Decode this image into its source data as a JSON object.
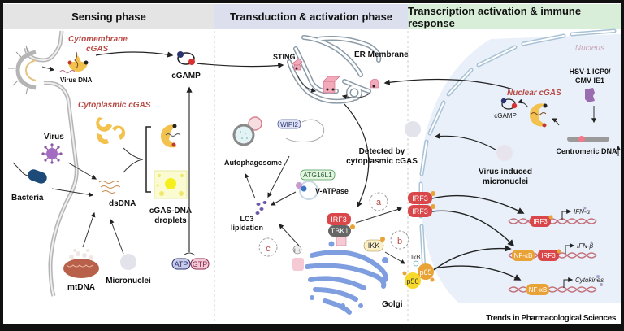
{
  "headers": {
    "sensing": "Sensing phase",
    "transduction": "Transduction & activation phase",
    "transcription": "Transcription activation & immune response"
  },
  "sensing": {
    "cytomembrane_cgas_line1": "Cytomembrane",
    "cytomembrane_cgas_line2": "cGAS",
    "virus_dna": "Virus DNA",
    "cgamp": "cGAMP",
    "cytoplasmic_cgas": "Cytoplasmic cGAS",
    "virus": "Virus",
    "bacteria": "Bacteria",
    "dsdna": "dsDNA",
    "droplets_line1": "cGAS-DNA",
    "droplets_line2": "droplets",
    "mtdna": "mtDNA",
    "micronuclei": "Micronuclei",
    "atp": "ATP",
    "gtp": "GTP"
  },
  "transduction": {
    "er_membrane": "ER Membrane",
    "sting": "STING",
    "wipi2": "WIPI2",
    "autophagosome": "Autophagosome",
    "atg16l1": "ATG16L1",
    "v_atpase": "V-ATPase",
    "lc3_line1": "LC3",
    "lc3_line2": "lipidation",
    "label_a": "a",
    "label_b": "b",
    "label_c": "c",
    "proton": "H+",
    "irf3": "IRF3",
    "tbk1": "TBK1",
    "ikk": "IKK",
    "ikb": "IκB",
    "p65": "p65",
    "p50": "p50",
    "golgi": "Golgi",
    "detected_line1": "Detected by",
    "detected_line2": "cytoplasmic cGAS"
  },
  "transcription": {
    "nucleus": "Nucleus",
    "hsv_line1": "HSV-1 ICP0/",
    "hsv_line2": "CMV IE1",
    "nuclear_cgas": "Nuclear cGAS",
    "cgamp": "cGAMP",
    "centromeric_dna": "Centromeric DNA",
    "virus_micronuclei_line1": "Virus induced",
    "virus_micronuclei_line2": "micronuclei",
    "irf3": "IRF3",
    "nfkb": "NF-κB",
    "ifn_a": "IFN-α",
    "ifn_b": "IFN-β",
    "cytokines": "Cytokines"
  },
  "credit": "Trends in Pharmacological Sciences",
  "colors": {
    "cgas_yellow": "#f2c14e",
    "irf3_red": "#d9474a",
    "tbk1_gray": "#666666",
    "golgi_blue": "#7f9edf",
    "nfkb_orange": "#e8a236",
    "sting_pink": "#f2a9b9",
    "label_red": "#b84a45"
  }
}
